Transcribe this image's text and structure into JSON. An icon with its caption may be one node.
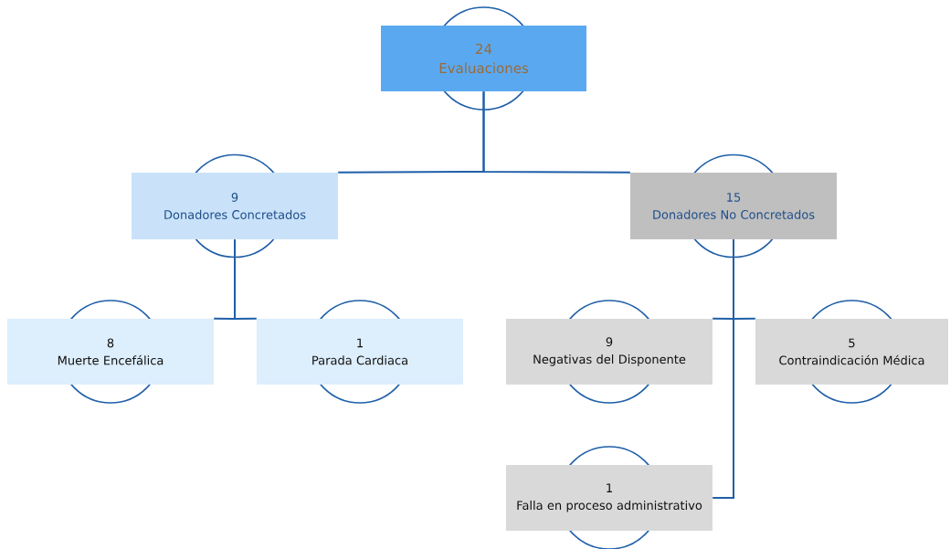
{
  "diagram": {
    "nodes": [
      {
        "text": [
          "24",
          "Evaluaciones"
        ]
      },
      {
        "text": [
          "9",
          "Donadores Concretados"
        ]
      },
      {
        "text": [
          "15",
          "Donadores No Concretados"
        ]
      },
      {
        "text": [
          "8",
          "Muerte Encefálica"
        ]
      },
      {
        "text": [
          "1",
          "Parada Cardiaca"
        ]
      },
      {
        "text": [
          "9",
          "Negativas del Disponente"
        ]
      },
      {
        "text": [
          "5",
          "Contraindicación Médica"
        ]
      },
      {
        "text": [
          "1",
          "Falla en proceso administrativo"
        ]
      }
    ],
    "edges": [
      {
        "from": 0,
        "to": 1,
        "arrow": "none"
      },
      {
        "from": 0,
        "to": 2,
        "arrow": "none"
      },
      {
        "from": 1,
        "to": 3,
        "arrow": "none"
      },
      {
        "from": 1,
        "to": 4,
        "arrow": "none"
      },
      {
        "from": 2,
        "to": 5,
        "arrow": "none"
      },
      {
        "from": 2,
        "to": 6,
        "arrow": "none"
      },
      {
        "from": 2,
        "to": 7,
        "arrow": "none"
      }
    ]
  }
}
